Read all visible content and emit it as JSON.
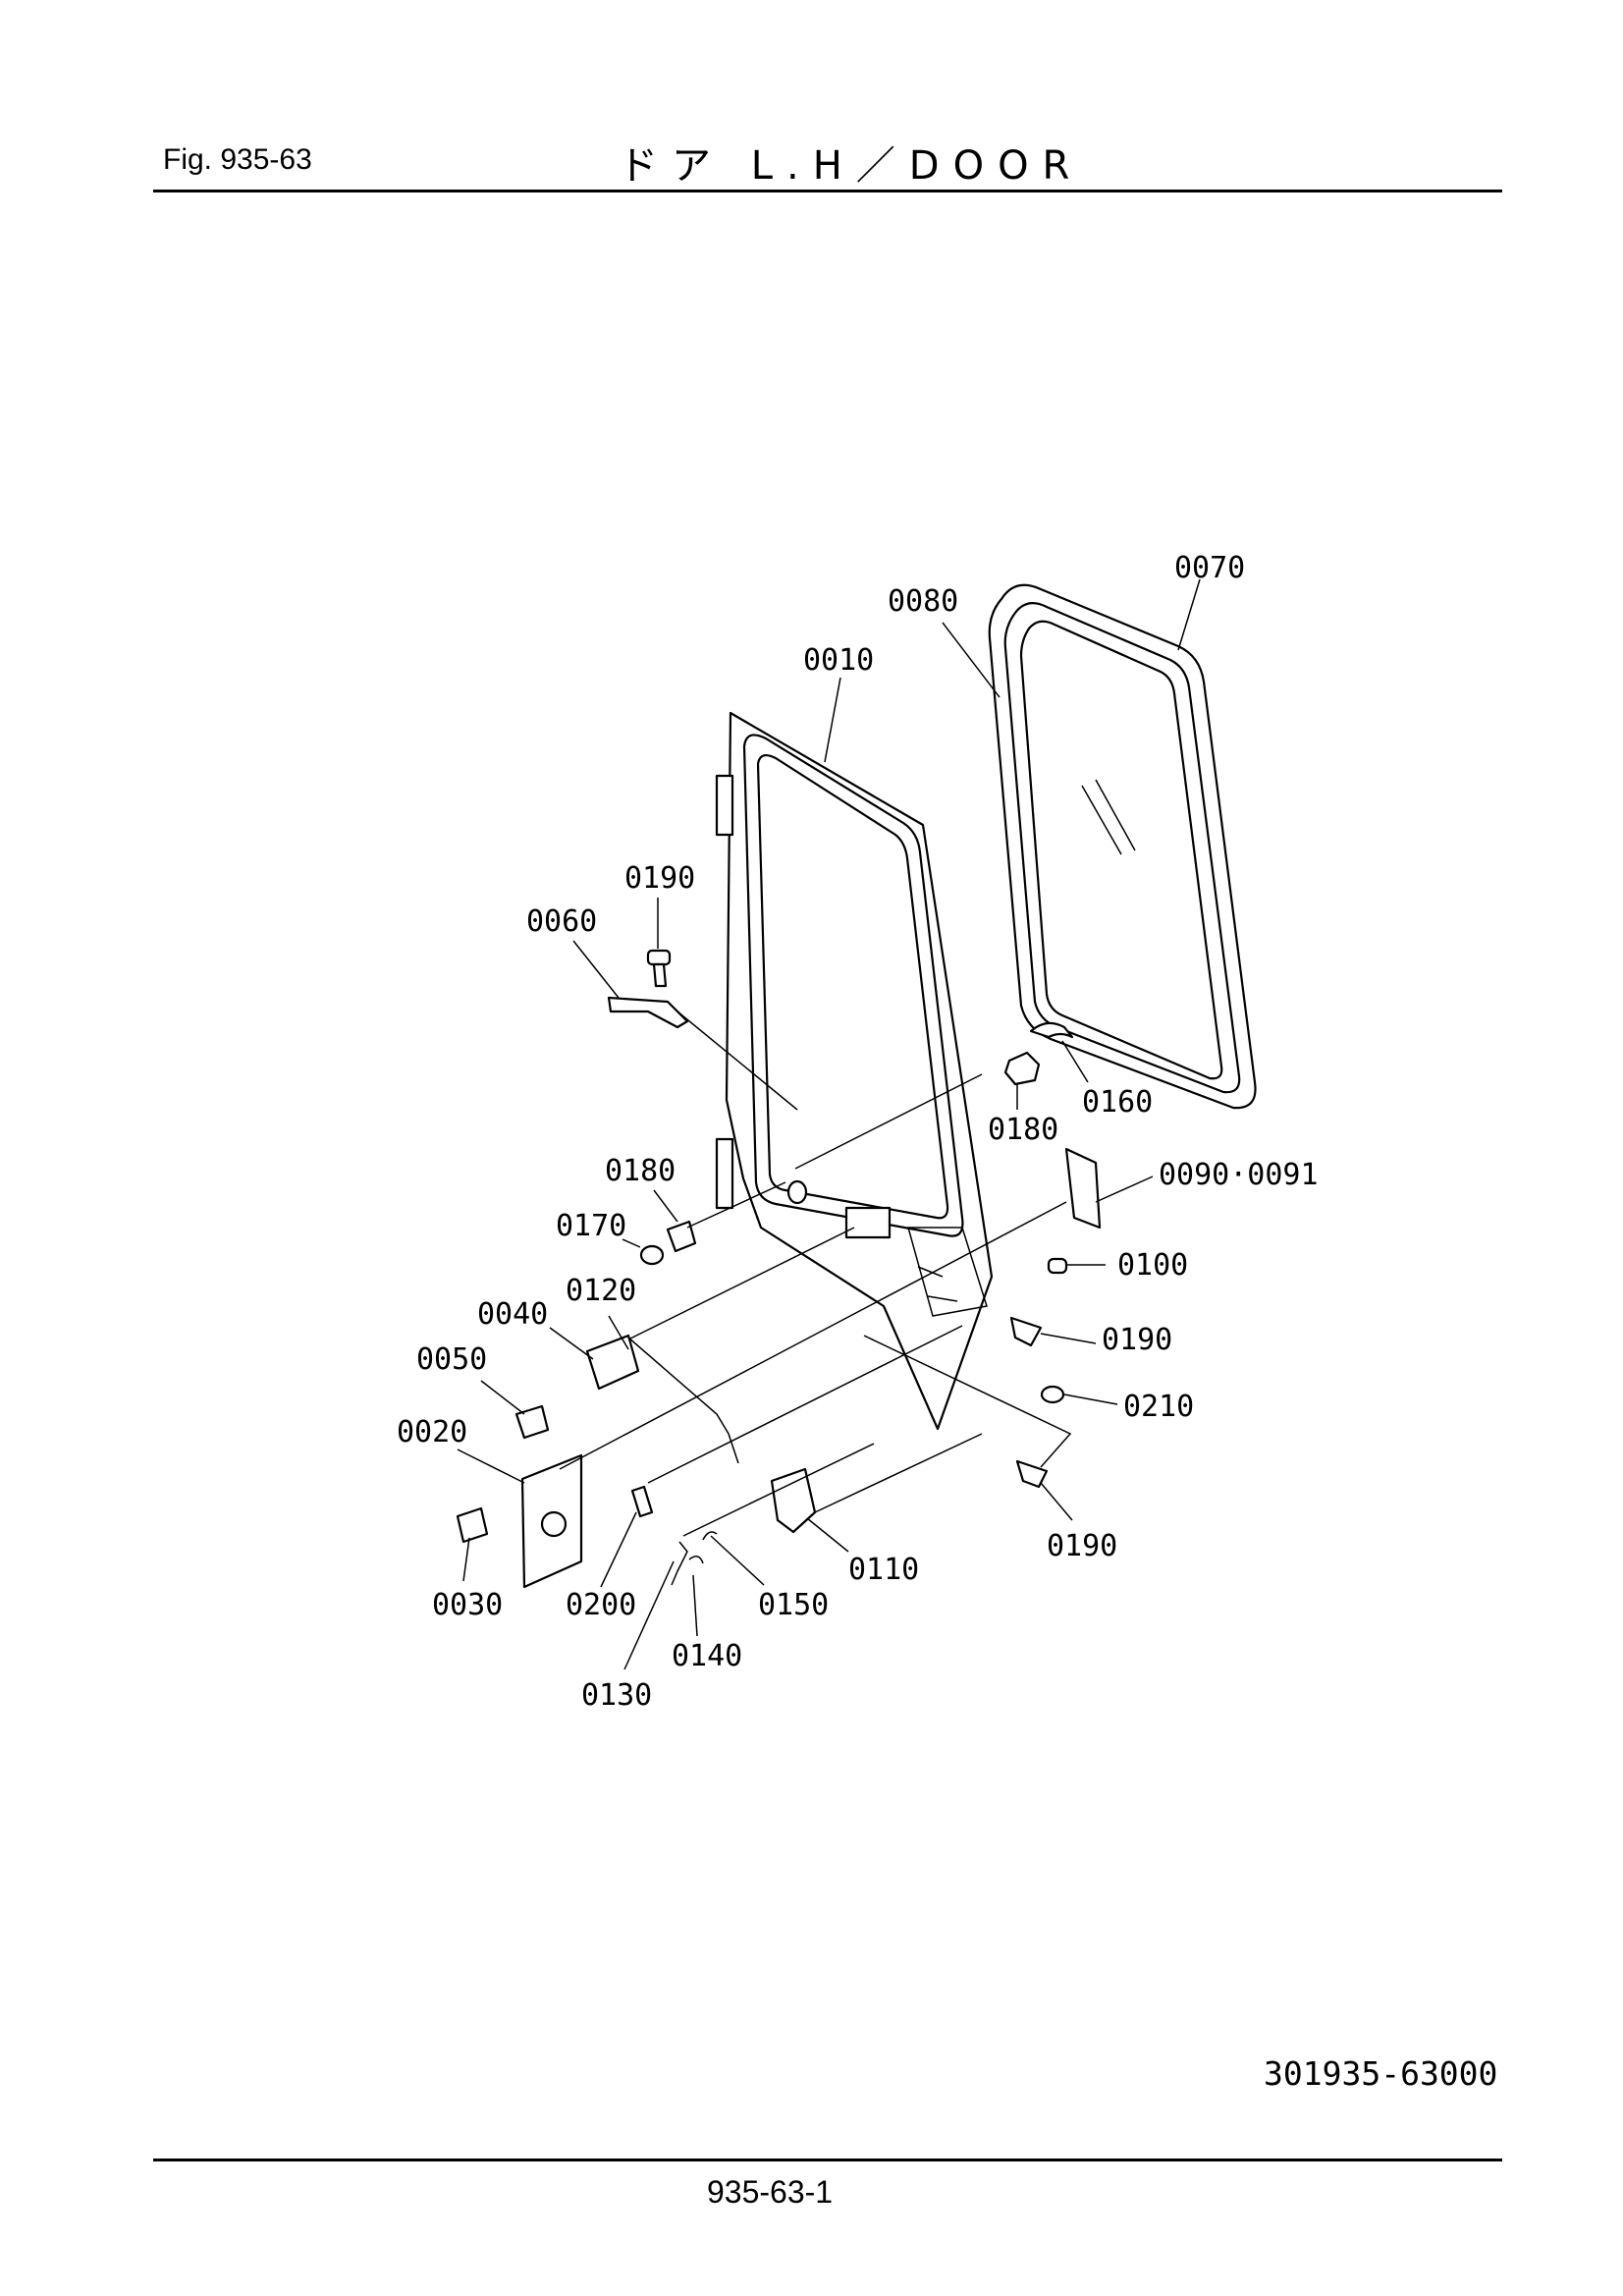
{
  "header": {
    "fig_label": "Fig.  935-63",
    "title": "ドア L.H／DOOR"
  },
  "footer": {
    "drawing_number": "301935-63000",
    "page_number": "935-63-1"
  },
  "callouts": [
    {
      "id": "c0070",
      "text": "0070"
    },
    {
      "id": "c0080",
      "text": "0080"
    },
    {
      "id": "c0010",
      "text": "0010"
    },
    {
      "id": "c0190a",
      "text": "0190"
    },
    {
      "id": "c0060",
      "text": "0060"
    },
    {
      "id": "c0160",
      "text": "0160"
    },
    {
      "id": "c0180a",
      "text": "0180"
    },
    {
      "id": "c0180b",
      "text": "0180"
    },
    {
      "id": "c0090",
      "text": "0090·0091"
    },
    {
      "id": "c0170",
      "text": "0170"
    },
    {
      "id": "c0100",
      "text": "0100"
    },
    {
      "id": "c0120",
      "text": "0120"
    },
    {
      "id": "c0040",
      "text": "0040"
    },
    {
      "id": "c0190b",
      "text": "0190"
    },
    {
      "id": "c0050",
      "text": "0050"
    },
    {
      "id": "c0210",
      "text": "0210"
    },
    {
      "id": "c0020",
      "text": "0020"
    },
    {
      "id": "c0190c",
      "text": "0190"
    },
    {
      "id": "c0110",
      "text": "0110"
    },
    {
      "id": "c0030",
      "text": "0030"
    },
    {
      "id": "c0200",
      "text": "0200"
    },
    {
      "id": "c0150",
      "text": "0150"
    },
    {
      "id": "c0140",
      "text": "0140"
    },
    {
      "id": "c0130",
      "text": "0130"
    }
  ]
}
